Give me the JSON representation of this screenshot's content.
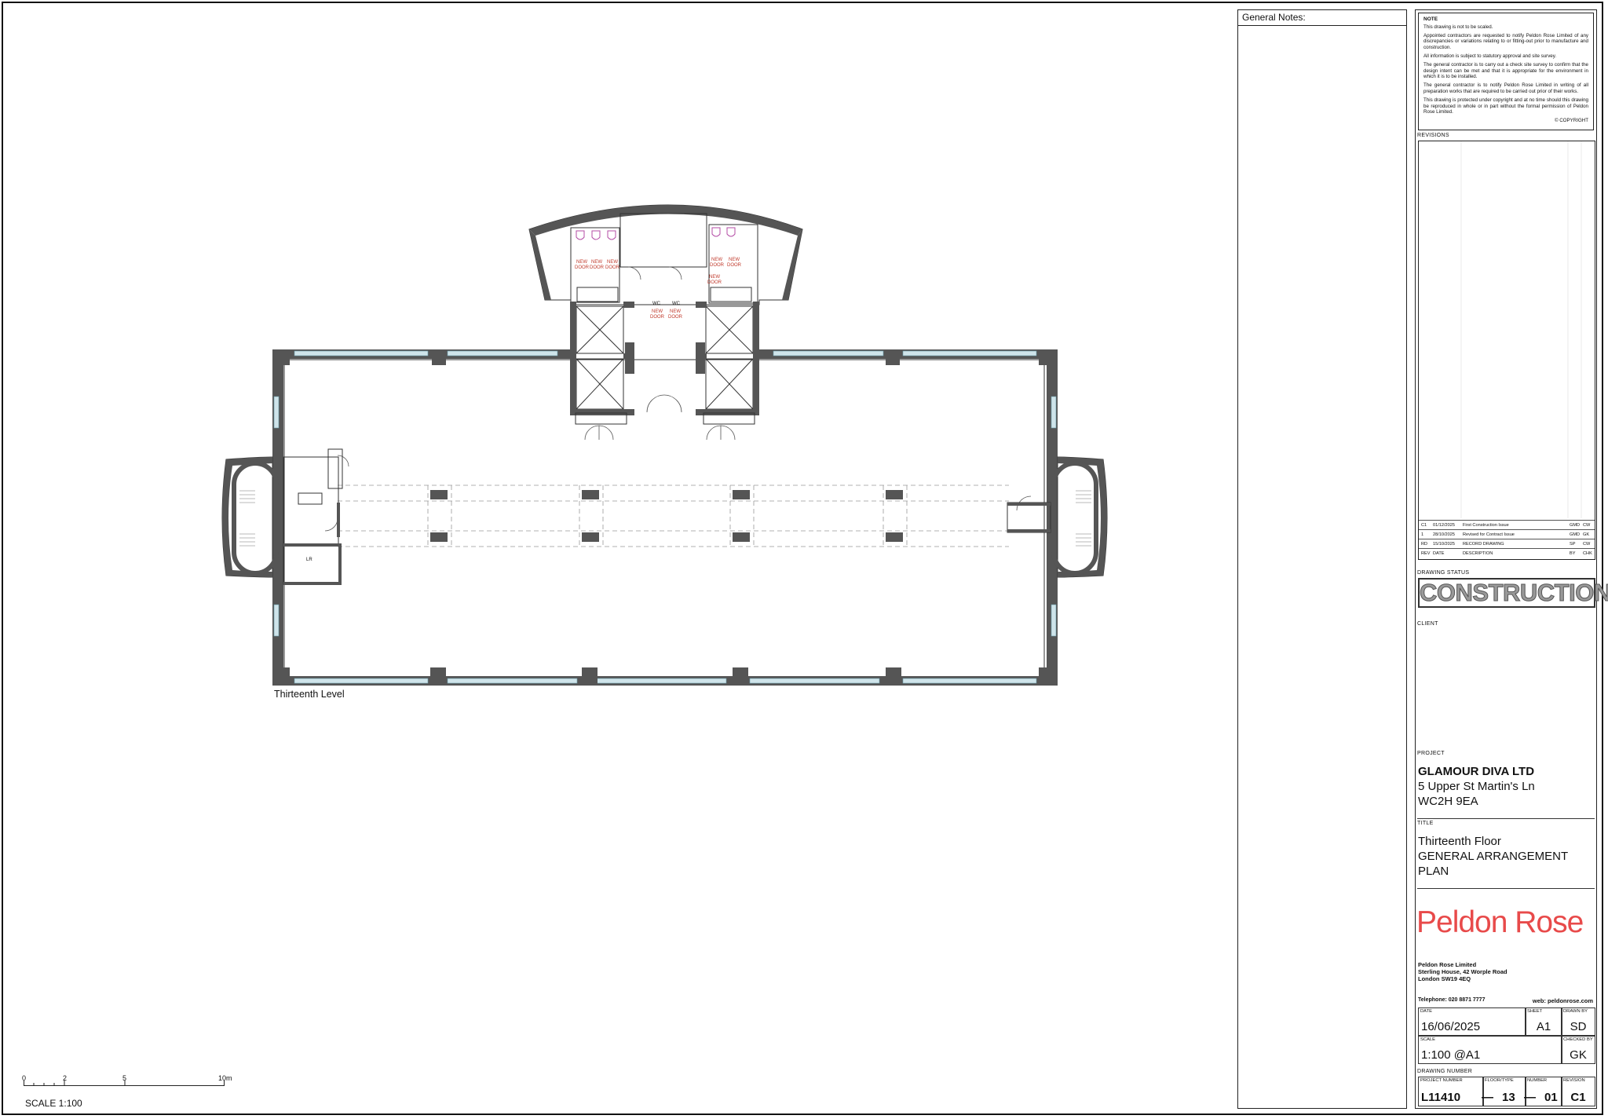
{
  "general_notes": {
    "header": "General Notes:"
  },
  "notes": {
    "title": "NOTE",
    "paragraphs": [
      "This drawing is not to be scaled.",
      "Appointed contractors are requested to notify Peldon Rose Limited of any discrepancies or variations relating to or fitting-out prior to manufacture and construction.",
      "All information is subject to statutory approval and site survey.",
      "The general contractor is to carry out a check site survey to confirm that the design intent can be met and that it is appropriate for the environment in which it is to be installed.",
      "The general contractor is to notify Peldon Rose Limited in writing of all preparation works that are required to be carried out prior of their works.",
      "This drawing is protected under copyright and at no time should this drawing be reproduced in whole or in part without the formal permission of Peldon Rose Limited."
    ],
    "copyright": "© COPYRIGHT"
  },
  "revisions": {
    "label": "REVISIONS",
    "rows": [
      {
        "rev": "C1",
        "date": "01/12/2025",
        "desc": "First Construction Issue",
        "by": "GMD",
        "chk": "CW"
      },
      {
        "rev": "1",
        "date": "28/10/2025",
        "desc": "Revised for Contract Issue",
        "by": "GMD",
        "chk": "GK"
      },
      {
        "rev": "RD",
        "date": "15/10/2025",
        "desc": "RECORD DRAWING",
        "by": "SP",
        "chk": "CW"
      }
    ],
    "header": {
      "rev": "REV",
      "date": "DATE",
      "desc": "DESCRIPTION",
      "by": "BY",
      "chk": "CHK"
    }
  },
  "drawing_status": {
    "label": "DRAWING STATUS",
    "value": "CONSTRUCTION"
  },
  "client": {
    "label": "CLIENT"
  },
  "project": {
    "label": "PROJECT",
    "name": "GLAMOUR DIVA LTD",
    "line1": "5 Upper St Martin's Ln",
    "line2": "WC2H 9EA"
  },
  "title": {
    "label": "TITLE",
    "line1": "Thirteenth Floor",
    "line2": "GENERAL ARRANGEMENT",
    "line3": "PLAN"
  },
  "company": {
    "brand": "Peldon Rose",
    "name": "Peldon Rose Limited",
    "addr1": "Sterling House, 42 Worple Road",
    "addr2": "London  SW19 4EQ",
    "telephone": "Telephone: 020 8871 7777",
    "web": "web: peldonrose.com"
  },
  "sheet": {
    "date_label": "DATE",
    "date": "16/06/2025",
    "sheet_label": "SHEET",
    "sheet": "A1",
    "drawn_label": "DRAWN BY",
    "drawn": "SD",
    "scale_label": "SCALE",
    "scale": "1:100 @A1",
    "checked_label": "CHECKED BY",
    "checked": "GK",
    "drawing_number_label": "DRAWING NUMBER",
    "project_number_label": "PROJECT NUMBER",
    "project_number": "L11410",
    "floor_label": "FLOOR/TYPE",
    "floor": "13",
    "number_label": "NUMBER",
    "number": "01",
    "revision_label": "REVISION",
    "revision": "C1",
    "dash": "—"
  },
  "plan": {
    "label": "Thirteenth Level",
    "new_door": "NEW DOOR",
    "wc": "WC",
    "lift": "LR"
  },
  "scale_bar": {
    "ticks": [
      "0",
      "2",
      "5",
      "10m"
    ],
    "caption": "SCALE 1:100"
  }
}
